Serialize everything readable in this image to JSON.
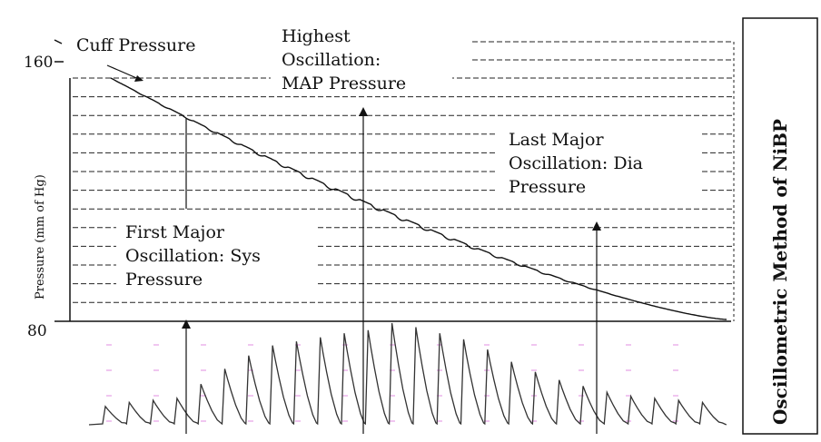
{
  "figure": {
    "side_title": "Oscillometric Method of NiBP",
    "y_axis_label": "Pressure (mm of Hg)",
    "y_ticks": [
      "160",
      "80"
    ],
    "annotations": {
      "cuff": "Cuff Pressure",
      "map": [
        "Highest",
        "Oscillation:",
        "MAP Pressure"
      ],
      "sys": [
        "First Major",
        "Oscillation: Sys",
        "Pressure"
      ],
      "dia": [
        "Last Major",
        "Oscillation: Dia",
        "Pressure"
      ]
    },
    "oscillation_peaks": [
      0.18,
      0.22,
      0.24,
      0.26,
      0.4,
      0.55,
      0.68,
      0.78,
      0.82,
      0.86,
      0.9,
      0.93,
      1.0,
      0.96,
      0.9,
      0.84,
      0.74,
      0.62,
      0.52,
      0.44,
      0.38,
      0.32,
      0.28,
      0.26,
      0.24,
      0.22
    ],
    "colors": {
      "ink": "#111111",
      "grid": "#222222",
      "trace": "#333333",
      "accent": "#cc33cc"
    }
  }
}
